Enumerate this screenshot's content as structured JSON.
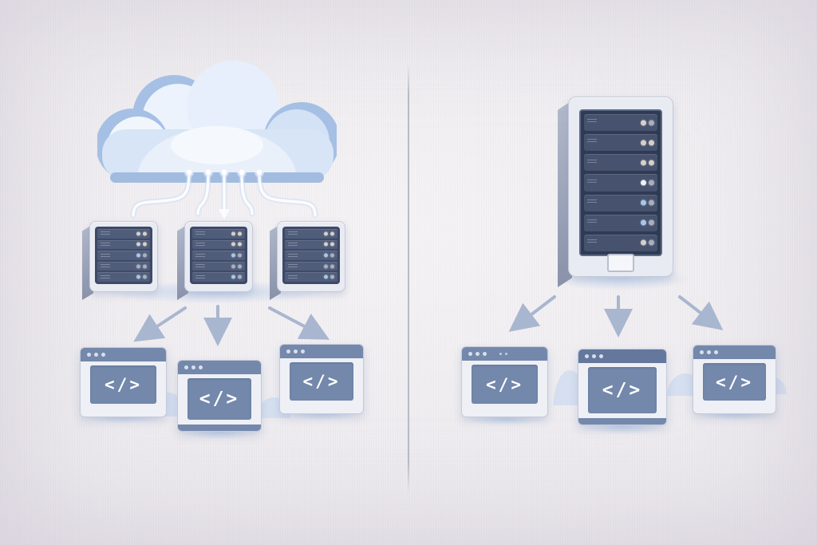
{
  "title": "Cloud hosting versus single dedicated server illustration",
  "palette": {
    "background_center": "#f5f3f4",
    "background_edge": "#e1dde5",
    "divider": "#b7bcc8",
    "cloud_outline": "#a5c0e4",
    "cloud_fill_mid": "#d7e5f6",
    "cloud_band": "#a2bce0",
    "cloud_dome": "#e9f0fa",
    "cloud_dome_hi": "#f6fafe",
    "cable": "#fbfdff",
    "cable_glow": "#c9daf0",
    "arrow": "#a9b6cf",
    "casing": "#e9ebf2",
    "casing_border": "#c5cad8",
    "casing_side_light": "#b3bacc",
    "casing_side_dark": "#8a92a9",
    "panel_small": "#3d4966",
    "panel_tower": "#2f3b55",
    "panel_border": "#5c6a84",
    "slot_small": "#505d7a",
    "slot_tower": "#47536e",
    "led_warm": "#d8d0c8",
    "led_gray": "#a9afbd",
    "led_blue": "#a6c7ea",
    "led_white": "#eef2f7",
    "titlebar": "#7488ac",
    "titlebar_dark": "#64789e",
    "window_body": "#eef0f6",
    "content_blue": "#7388ab",
    "code_text": "#ffffff",
    "mound": "#c7d9ef",
    "button_face": "#f4f6f9",
    "button_border": "#b9bfce"
  },
  "led_patterns": {
    "small_server": [
      [
        "warm",
        "warm"
      ],
      [
        "warm",
        "warm"
      ],
      [
        "blue",
        "gray"
      ],
      [
        "gray",
        "gray"
      ],
      [
        "blue",
        "gray"
      ]
    ],
    "tower": [
      [
        "warm",
        "gray"
      ],
      [
        "warm",
        "warm"
      ],
      [
        "warm",
        "warm"
      ],
      [
        "white",
        "gray"
      ],
      [
        "blue",
        "gray"
      ],
      [
        "blue",
        "gray"
      ],
      [
        "warm",
        "gray"
      ]
    ]
  },
  "left_panel": {
    "label": "cloud-hosting",
    "cloud_icon": "cloud-icon",
    "cable_count": 5,
    "servers": [
      {
        "name": "cloud-server-1",
        "slots": 5,
        "led_pattern": "small_server"
      },
      {
        "name": "cloud-server-2",
        "slots": 5,
        "led_pattern": "small_server"
      },
      {
        "name": "cloud-server-3",
        "slots": 5,
        "led_pattern": "small_server"
      }
    ],
    "arrow_count": 3,
    "clients": [
      {
        "name": "browser-window-left-1",
        "code_label": "</>"
      },
      {
        "name": "browser-window-left-2",
        "code_label": "</>"
      },
      {
        "name": "browser-window-left-3",
        "code_label": "</>"
      }
    ]
  },
  "right_panel": {
    "label": "dedicated-server",
    "tower": {
      "name": "server-tower",
      "slots": 7,
      "led_pattern": "tower"
    },
    "arrow_count": 3,
    "clients": [
      {
        "name": "browser-window-right-1",
        "code_label": "</>"
      },
      {
        "name": "browser-window-right-2",
        "code_label": "</>"
      },
      {
        "name": "browser-window-right-3",
        "code_label": "</>"
      }
    ]
  }
}
